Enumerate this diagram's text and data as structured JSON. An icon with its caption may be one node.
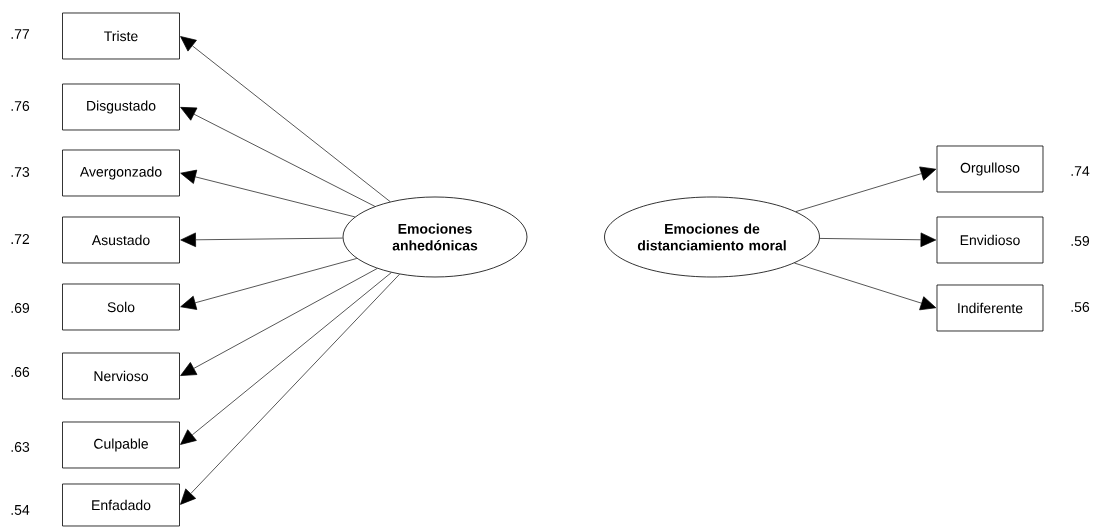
{
  "diagram": {
    "nodes": [
      {
        "text": [
          "Triste"
        ],
        "beside": [
          ".77"
        ]
      },
      {
        "text": [
          "Disgustado"
        ],
        "beside": [
          ".76"
        ]
      },
      {
        "text": [
          "Avergonzado"
        ],
        "beside": [
          ".73"
        ]
      },
      {
        "text": [
          "Asustado"
        ],
        "beside": [
          ".72"
        ]
      },
      {
        "text": [
          "Solo"
        ],
        "beside": [
          ".69"
        ]
      },
      {
        "text": [
          "Nervioso"
        ],
        "beside": [
          ".66"
        ]
      },
      {
        "text": [
          "Culpable"
        ],
        "beside": [
          ".63"
        ]
      },
      {
        "text": [
          "Enfadado"
        ],
        "beside": [
          ".54"
        ]
      },
      {
        "text": [
          "Emociones anhedónicas"
        ]
      },
      {
        "text": [
          "Emociones de distanciamiento moral"
        ]
      },
      {
        "text": [
          "Orgulloso"
        ],
        "beside": [
          ".74"
        ]
      },
      {
        "text": [
          "Envidioso"
        ],
        "beside": [
          ".59"
        ]
      },
      {
        "text": [
          "Indiferente"
        ],
        "beside": [
          ".56"
        ]
      }
    ],
    "edges": [
      {
        "from": 8,
        "to": 0,
        "arrow": "to"
      },
      {
        "from": 8,
        "to": 1,
        "arrow": "to"
      },
      {
        "from": 8,
        "to": 2,
        "arrow": "to"
      },
      {
        "from": 8,
        "to": 3,
        "arrow": "to"
      },
      {
        "from": 8,
        "to": 4,
        "arrow": "to"
      },
      {
        "from": 8,
        "to": 5,
        "arrow": "to"
      },
      {
        "from": 8,
        "to": 6,
        "arrow": "to"
      },
      {
        "from": 8,
        "to": 7,
        "arrow": "to"
      },
      {
        "from": 9,
        "to": 10,
        "arrow": "to"
      },
      {
        "from": 9,
        "to": 11,
        "arrow": "to"
      },
      {
        "from": 9,
        "to": 12,
        "arrow": "to"
      }
    ]
  }
}
